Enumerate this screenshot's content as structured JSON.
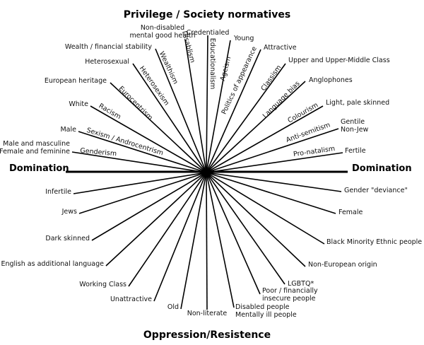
{
  "title_top": "Privilege / Society normatives",
  "title_bottom": "Oppression/Resistence",
  "left_label": "Domination",
  "right_label": "Domination",
  "privileges": [
    [
      "Non-disabled",
      "mental good health"
    ],
    [
      "Credentialed"
    ],
    [
      "Young"
    ],
    [
      "Attractive"
    ],
    [
      "Upper and Upper-Middle Class"
    ],
    [
      "Anglophones"
    ],
    [
      "Light, pale skinned"
    ],
    [
      "Gentile",
      "Non-Jew"
    ],
    [
      "Fertile"
    ],
    [
      "Wealth / financial stability"
    ],
    [
      "Heterosexual"
    ],
    [
      "European heritage"
    ],
    [
      "White"
    ],
    [
      "Male"
    ],
    [
      "Male and masculine",
      "Female and feminine"
    ]
  ],
  "isms": [
    "Disablism",
    "Educationalism",
    "Ageism",
    "Politics of appearance",
    "Classism",
    "Language bias",
    "Colourism",
    "Anti-semitism",
    "Pro-natalism",
    "Wealthism",
    "Heterosexism",
    "Eurocentrism",
    "Racism",
    "Sexism / Androcentrism",
    "Genderism"
  ],
  "oppressions": [
    [
      "Infertile"
    ],
    [
      "Jews"
    ],
    [
      "Dark skinned"
    ],
    [
      "English as additional language"
    ],
    [
      "Working Class"
    ],
    [
      "Unattractive"
    ],
    [
      "Old"
    ],
    [
      "Non-literate"
    ],
    [
      "Disabled people",
      "Mentally ill people"
    ],
    [
      "Poor / financially",
      "insecure people"
    ],
    [
      "LGBTQ*"
    ],
    [
      "Non-European origin"
    ],
    [
      "Black Minority Ethnic people"
    ],
    [
      "Female"
    ],
    [
      "Gender \"deviance\""
    ]
  ]
}
